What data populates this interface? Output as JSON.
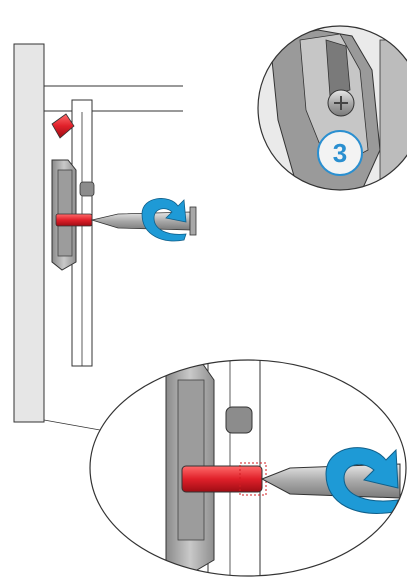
{
  "figure": {
    "step_number": "3",
    "colors": {
      "wall": "#e6e6e6",
      "outline": "#333333",
      "metal_dark": "#6f6f6f",
      "metal_mid": "#9a9a9a",
      "metal_light": "#d4d4d4",
      "accent_red": "#e0202a",
      "arrow_blue": "#1e9ad6",
      "badge_blue": "#2a8fd0",
      "screwdriver_steel": "#b9b9b9",
      "screwdriver_handle": "#a8a8a8"
    },
    "parts": [
      "cabinet-side-panel",
      "hinge-mounting-plate",
      "adjustment-screw",
      "screwdriver",
      "rotation-arrow-icon",
      "detail-magnifier-top",
      "detail-magnifier-bottom"
    ]
  }
}
